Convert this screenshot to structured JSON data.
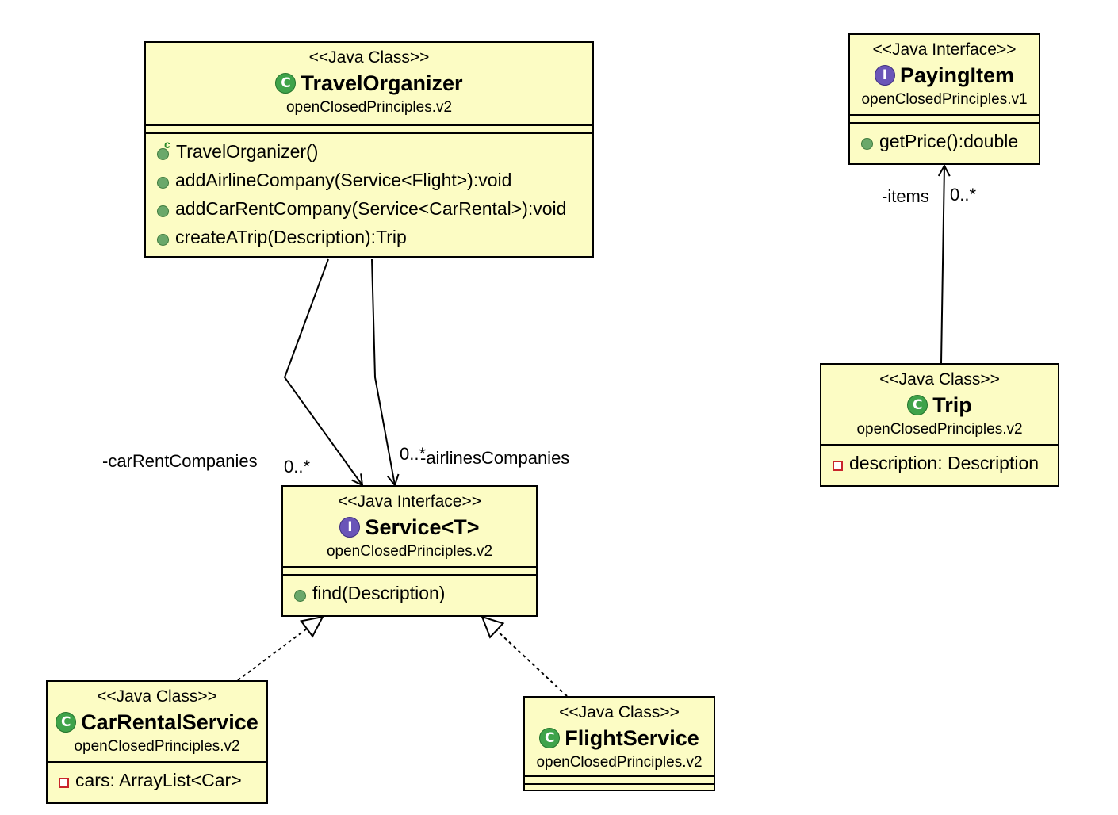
{
  "classes": {
    "travel_organizer": {
      "stereotype": "<<Java Class>>",
      "name": "TravelOrganizer",
      "package": "openClosedPrinciples.v2",
      "members": [
        "TravelOrganizer()",
        "addAirlineCompany(Service<Flight>):void",
        "addCarRentCompany(Service<CarRental>):void",
        "createATrip(Description):Trip"
      ]
    },
    "paying_item": {
      "stereotype": "<<Java Interface>>",
      "name": "PayingItem",
      "package": "openClosedPrinciples.v1",
      "members": [
        "getPrice():double"
      ]
    },
    "service": {
      "stereotype": "<<Java Interface>>",
      "name": "Service<T>",
      "package": "openClosedPrinciples.v2",
      "members": [
        "find(Description)"
      ]
    },
    "trip": {
      "stereotype": "<<Java Class>>",
      "name": "Trip",
      "package": "openClosedPrinciples.v2",
      "members": [
        "description: Description"
      ]
    },
    "car_rental_service": {
      "stereotype": "<<Java Class>>",
      "name": "CarRentalService",
      "package": "openClosedPrinciples.v2",
      "members": [
        "cars: ArrayList<Car>"
      ]
    },
    "flight_service": {
      "stereotype": "<<Java Class>>",
      "name": "FlightService",
      "package": "openClosedPrinciples.v2"
    }
  },
  "icons": {
    "class_icon": "C",
    "interface_icon": "I",
    "constructor_icon": "c"
  },
  "edges": {
    "car_rent_companies": {
      "role": "-carRentCompanies",
      "multiplicity": "0..*"
    },
    "airlines_companies": {
      "role": "-airlinesCompanies",
      "multiplicity": "0..*"
    },
    "items": {
      "role": "-items",
      "multiplicity": "0..*"
    }
  },
  "colors": {
    "box_fill": "#fcfcc4",
    "class_icon": "#3fa34a",
    "interface_icon": "#6a55b8"
  }
}
